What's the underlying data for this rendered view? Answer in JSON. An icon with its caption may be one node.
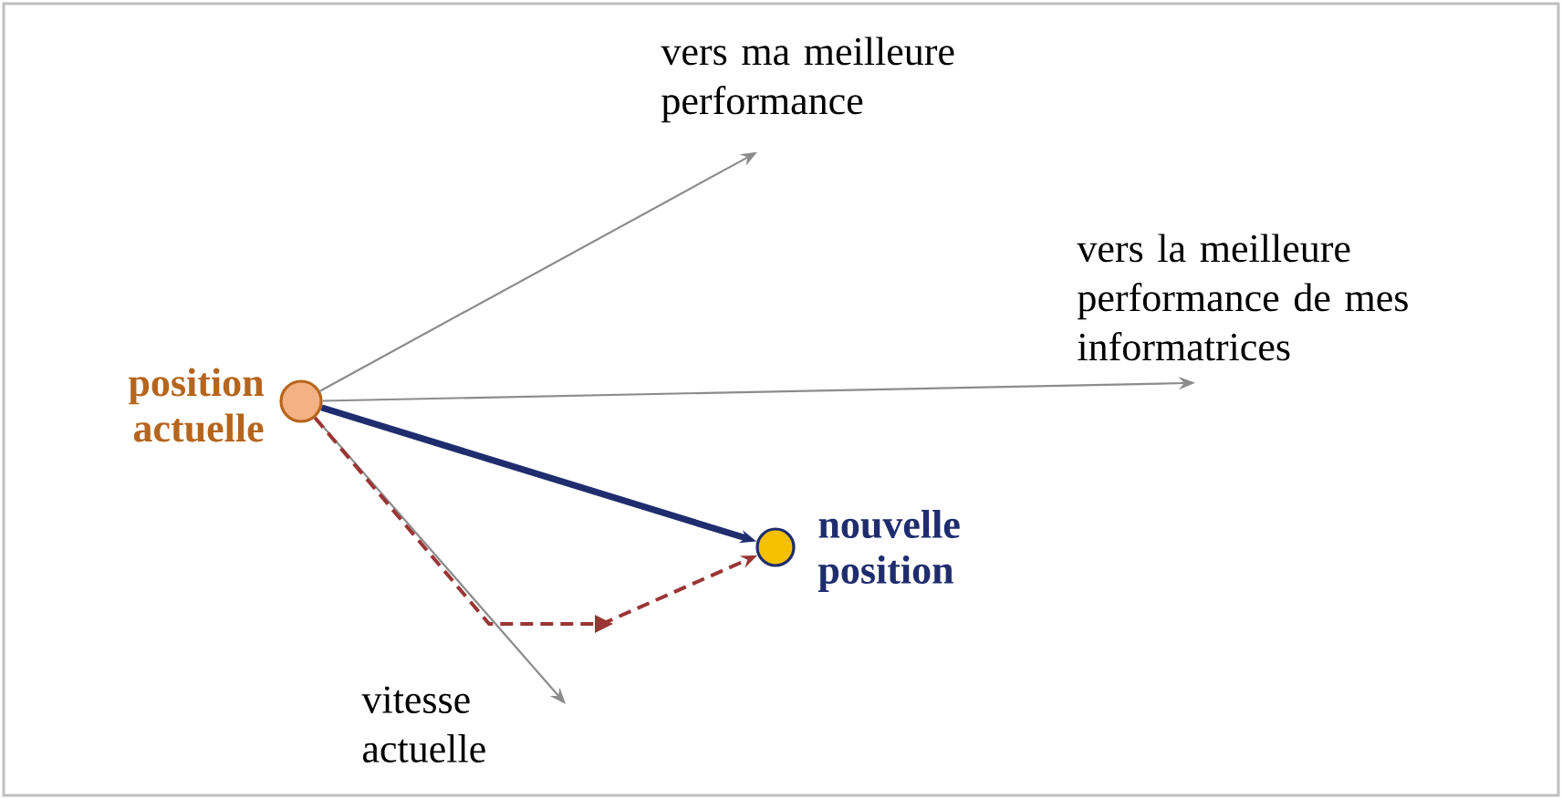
{
  "diagram": {
    "nodes": [
      {
        "text": [],
        "shape": "circle",
        "beside": [
          "position actuelle"
        ]
      },
      {
        "text": [
          "vers ma meilleure performance"
        ]
      },
      {
        "text": [
          "vers la meilleure performance de mes informatrices"
        ]
      },
      {
        "text": [],
        "shape": "circle",
        "beside": [
          "nouvelle position"
        ]
      },
      {
        "text": [
          "vitesse actuelle"
        ]
      }
    ],
    "edges": [
      {
        "from": 0,
        "to": 1,
        "arrow": "to"
      },
      {
        "from": 0,
        "to": 2,
        "arrow": "to"
      },
      {
        "from": 0,
        "to": 4,
        "arrow": "to"
      },
      {
        "from": 0,
        "to": 3,
        "arrow": "to",
        "style": "thick",
        "color": "#1f2d6e"
      },
      {
        "from": 0,
        "to": 3,
        "arrow": "to",
        "style": "dashed",
        "color": "#9b3535"
      }
    ]
  }
}
